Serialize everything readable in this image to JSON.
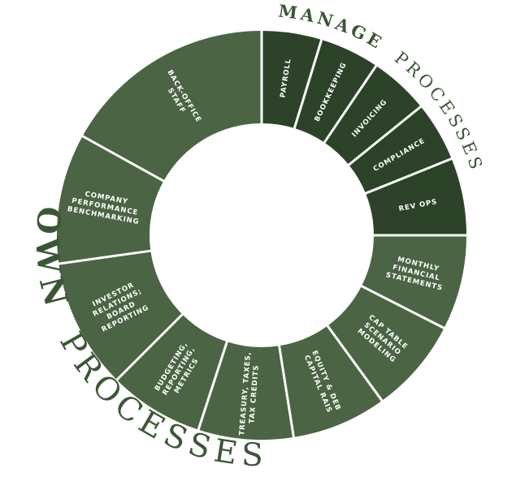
{
  "colors": {
    "manage": "#2c4329",
    "own": "#4b6443",
    "divider": "#ffffff",
    "title": "#3b5636"
  },
  "title_manage": {
    "bold": "MANAGE",
    "light": "PROCESSES"
  },
  "title_own": {
    "bold": "OWN",
    "light": "PROCESSES"
  },
  "segments": [
    {
      "group": "manage",
      "lines": [
        "PAYROLL"
      ]
    },
    {
      "group": "manage",
      "lines": [
        "BOOKKEEPING"
      ]
    },
    {
      "group": "manage",
      "lines": [
        "INVOICING"
      ]
    },
    {
      "group": "manage",
      "lines": [
        "COMPLIANCE"
      ]
    },
    {
      "group": "manage",
      "lines": [
        "REV OPS"
      ]
    },
    {
      "group": "own",
      "lines": [
        "MONTHLY",
        "FINANCIAL",
        "STATEMENTS"
      ]
    },
    {
      "group": "own",
      "lines": [
        "CAP TABLE",
        "SCENARIO",
        "MODELING"
      ]
    },
    {
      "group": "own",
      "lines": [
        "EQUITY & DEB",
        "CAPITAL RAIS"
      ]
    },
    {
      "group": "own",
      "lines": [
        "TREASURY, TAXES,",
        "TAX CREDITS"
      ]
    },
    {
      "group": "own",
      "lines": [
        "BUDGETING,",
        "REPORTING,",
        "METRICS"
      ]
    },
    {
      "group": "own",
      "lines": [
        "INVESTOR",
        "RELATIONS;",
        "BOARD",
        "REPORTING"
      ]
    },
    {
      "group": "own",
      "lines": [
        "COMPANY",
        "PERFORMANCE",
        "BENCHMARKING"
      ]
    },
    {
      "group": "own",
      "lines": [
        "BACK-OFFICE",
        "STAFF"
      ]
    }
  ]
}
